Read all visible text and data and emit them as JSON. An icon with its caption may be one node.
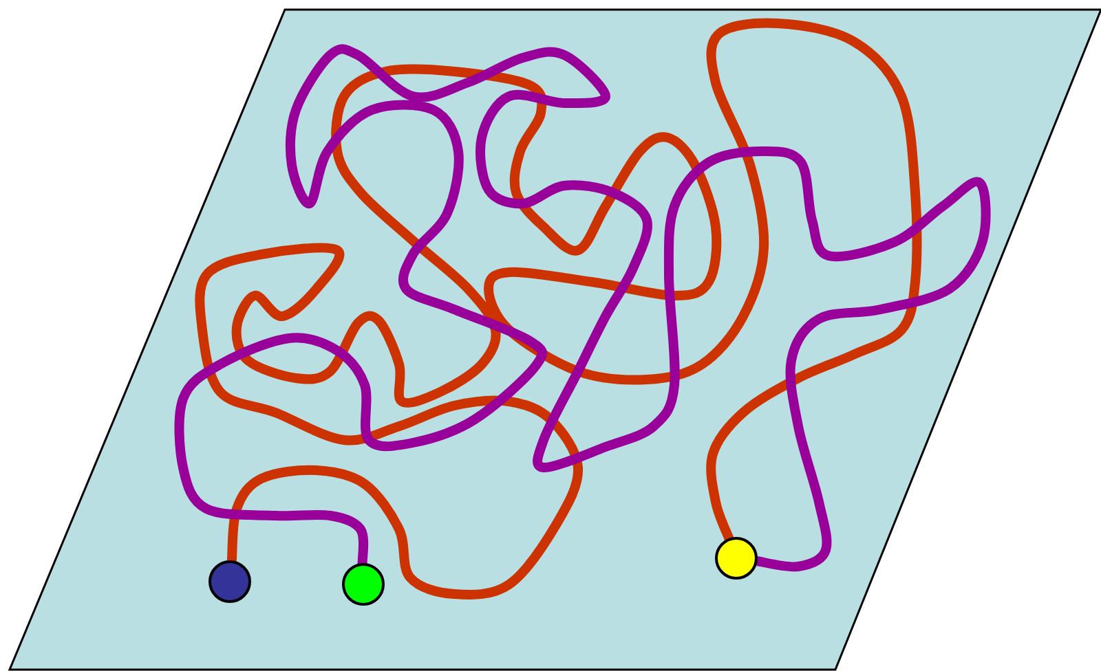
{
  "diagram": {
    "nodes": [
      {
        "text": [],
        "shape": "circle"
      },
      {
        "text": [],
        "shape": "circle"
      },
      {
        "text": [],
        "shape": "circle"
      }
    ],
    "edges": [
      {
        "from": 0,
        "to": 2,
        "arrow": "none",
        "color": "#cc3300"
      },
      {
        "from": 1,
        "to": 2,
        "arrow": "none",
        "color": "#990099"
      }
    ]
  }
}
